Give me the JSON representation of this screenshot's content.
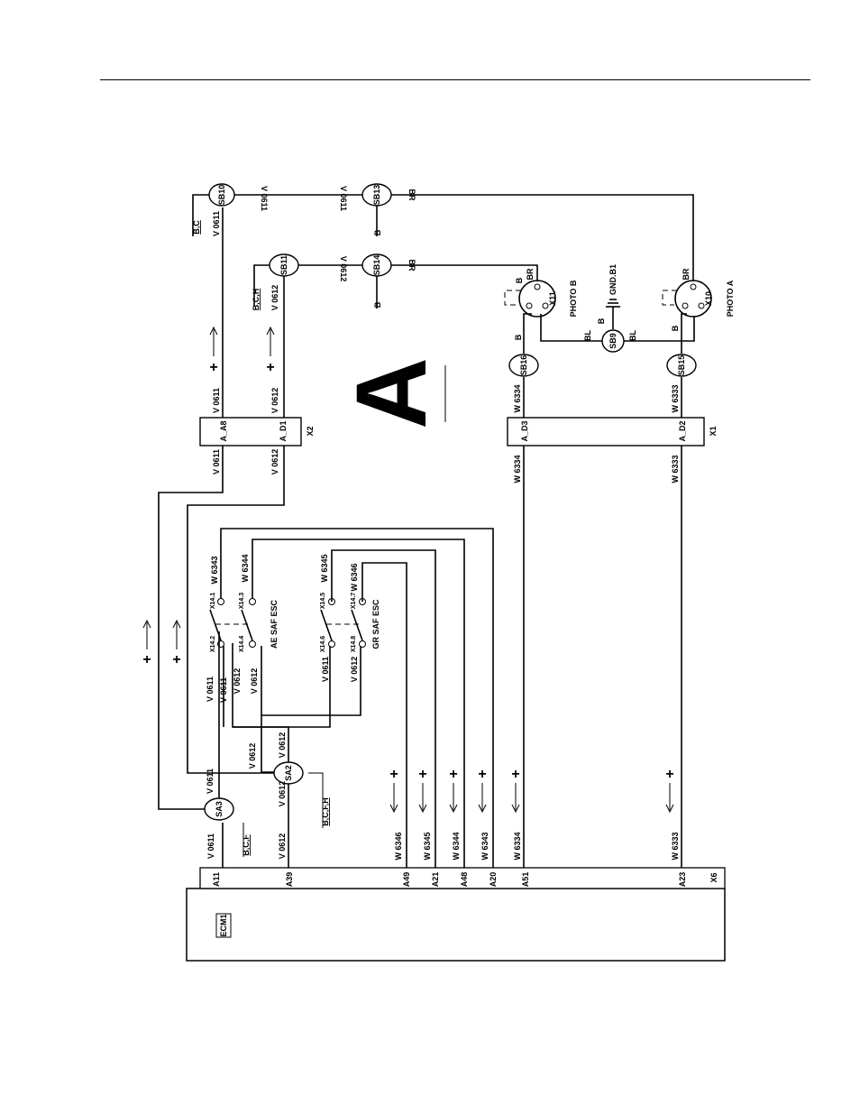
{
  "diagram": {
    "section_letter": "A",
    "module": {
      "name": "ECM1",
      "connector": "X6"
    },
    "module_pins": [
      "A11",
      "A39",
      "A49",
      "A21",
      "A48",
      "A20",
      "A51",
      "A23"
    ],
    "connector_x2": {
      "name": "X2",
      "pins": [
        "A_A8",
        "A_D1"
      ]
    },
    "connector_x1": {
      "name": "X1",
      "pins": [
        "A_D3",
        "A_D2"
      ]
    },
    "wires": [
      "V 0611",
      "V 0612",
      "W 6346",
      "W 6345",
      "W 6344",
      "W 6343",
      "W 6334",
      "W 6333"
    ],
    "splices": [
      "SB10",
      "SB11",
      "SB13",
      "SB14",
      "SA3",
      "SA2",
      "SB16",
      "SB15",
      "SB9"
    ],
    "splice_refs": [
      "B,C",
      "B,C,H",
      "B,C,F",
      "B,C,F,H",
      "B",
      "B"
    ],
    "switches": [
      {
        "label": "AE SAF ESC",
        "pins": [
          "X14.1",
          "X14.3",
          "X14.2",
          "X14.4"
        ]
      },
      {
        "label": "GR SAF ESC",
        "pins": [
          "X14.5",
          "X14.7",
          "X14.6",
          "X14.8"
        ]
      }
    ],
    "sensors": [
      {
        "connector": "X11",
        "label": "PHOTO B"
      },
      {
        "connector": "X10",
        "label": "PHOTO A"
      }
    ],
    "ground": "GND.B1",
    "wire_colors": [
      "BR",
      "BR",
      "B",
      "B",
      "BL",
      "BL",
      "BR",
      "BR",
      "B",
      "B"
    ],
    "symbols": {
      "plus": "+"
    }
  }
}
